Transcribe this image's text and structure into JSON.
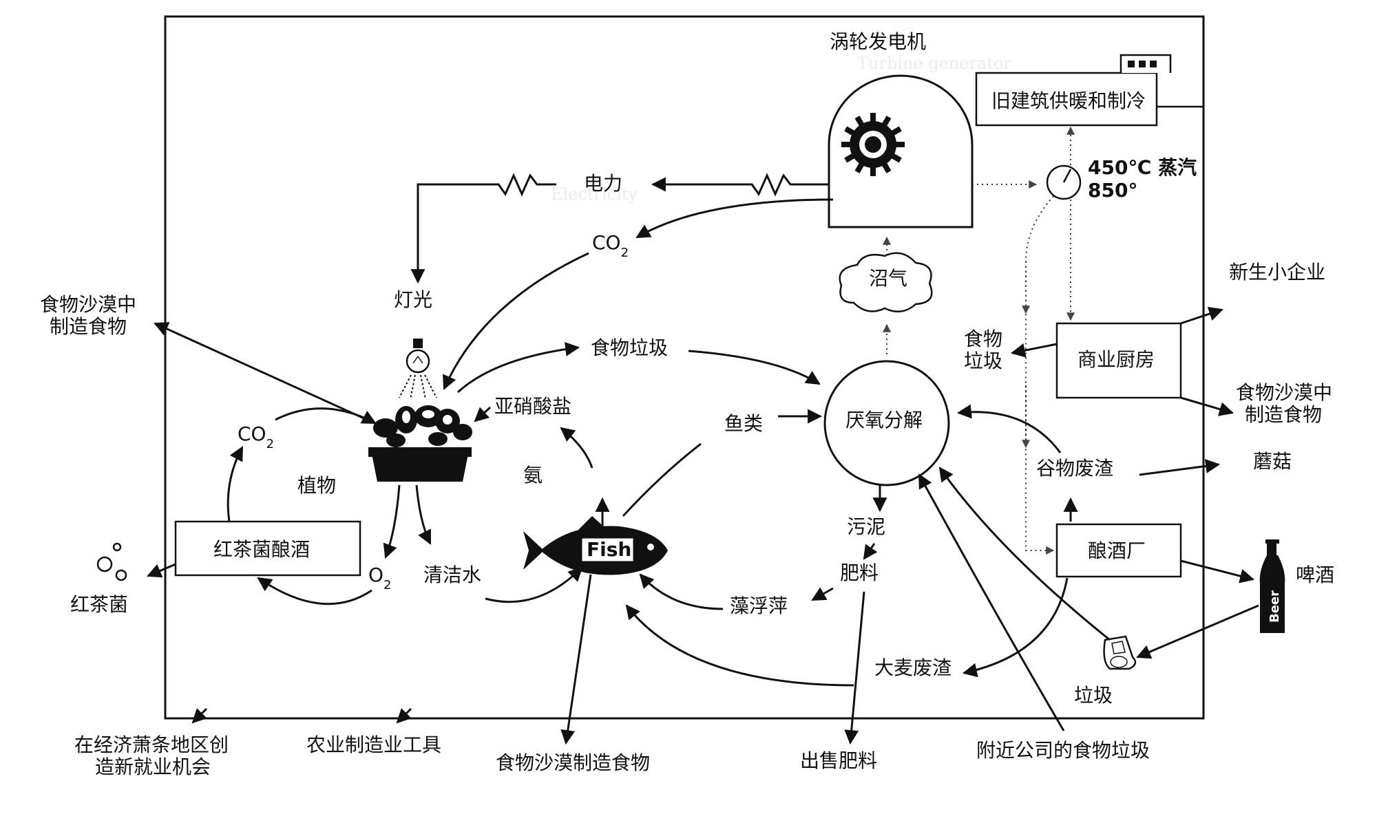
{
  "labels": {
    "turbine": "涡轮发电机",
    "turbine_en": "Turbine generator",
    "old_building": "旧建筑供暖和制冷",
    "steam": "450℃ 蒸汽",
    "steam_temp2": "850°",
    "electricity": "电力",
    "electricity_en": "Electricity",
    "co2_top_main": "CO",
    "co2_top_sub": "2",
    "biogas": "沼气",
    "light": "灯光",
    "food_desert_left": [
      "食物沙漠中",
      "制造食物"
    ],
    "food_waste_mid": "食物垃圾",
    "nitrate": "亚硝酸盐",
    "fish_label": "鱼类",
    "anaerobic": "厌氧分解",
    "food_waste_right": [
      "食物",
      "垃圾"
    ],
    "commercial_kitchen": "商业厨房",
    "new_business": "新生小企业",
    "food_desert_right": [
      "食物沙漠中",
      "制造食物"
    ],
    "grain_waste": "谷物废渣",
    "mushroom": "蘑菇",
    "co2_left_main": "CO",
    "co2_left_sub": "2",
    "plants": "植物",
    "ammonia": "氨",
    "kombucha_brew": "红茶菌酿酒",
    "o2_main": "O",
    "o2_sub": "2",
    "clean_water": "清洁水",
    "fish_text": "Fish",
    "sludge": "污泥",
    "fertilizer": "肥料",
    "duckweed": "藻浮萍",
    "brewery": "酿酒厂",
    "beer": "啤酒",
    "beer_bottle": "Beer",
    "kombucha": "红茶菌",
    "barley_waste": "大麦废渣",
    "trash": "垃圾",
    "jobs": [
      "在经济萧条地区创",
      "造新就业机会"
    ],
    "farm_tools": "农业制造业工具",
    "food_desert_bottom": "食物沙漠制造食物",
    "sell_fertilizer": "出售肥料",
    "nearby_food_waste": "附近公司的食物垃圾"
  },
  "icons": [
    "turbine-icon",
    "thermometer-icon",
    "cloud-icon",
    "bulb-icon",
    "plant-pot-icon",
    "fish-icon",
    "bubbles-icon",
    "beer-bottle-icon",
    "trash-icon",
    "chimney-icon",
    "resistor-icon"
  ],
  "colors": {
    "ink": "#111111",
    "background": "#ffffff",
    "ghost": "#ececec"
  }
}
